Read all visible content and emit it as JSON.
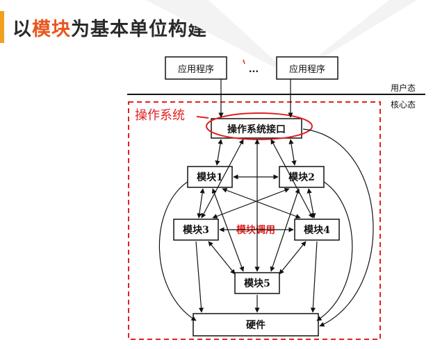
{
  "title": {
    "part1": "以",
    "highlight": "模块",
    "part2": "为基本单位构建"
  },
  "diagram": {
    "apps": [
      "应用程序",
      "...",
      "应用程序"
    ],
    "user_mode": "用户态",
    "kernel_mode": "核心态",
    "os_label": "操作系统",
    "interface": "操作系统接口",
    "modules": [
      "模块1",
      "模块2",
      "模块3",
      "模块4",
      "模块5"
    ],
    "module_call": "模块调用",
    "hardware": "硬件"
  },
  "colors": {
    "accent": "#e8561e",
    "red": "#e02020",
    "bar": "#f0a020"
  }
}
